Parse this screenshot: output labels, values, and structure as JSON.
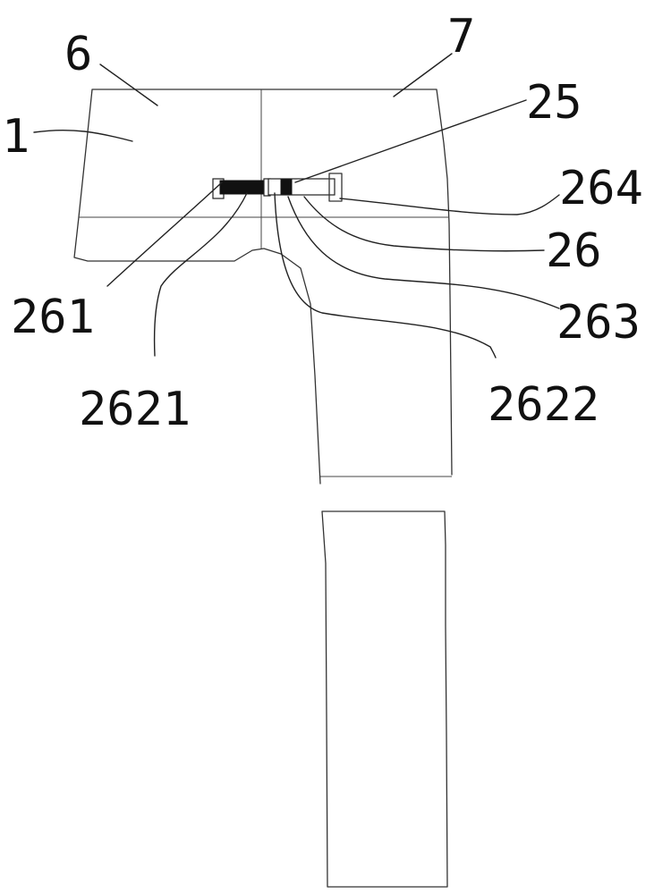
{
  "labels": {
    "l6": "6",
    "l7": "7",
    "l1": "1",
    "l25": "25",
    "l264": "264",
    "l26": "26",
    "l263": "263",
    "l261": "261",
    "l2621": "2621",
    "l2622": "2622"
  },
  "colors": {
    "line": "#333333",
    "fill_dark": "#111111",
    "background": "#ffffff"
  }
}
